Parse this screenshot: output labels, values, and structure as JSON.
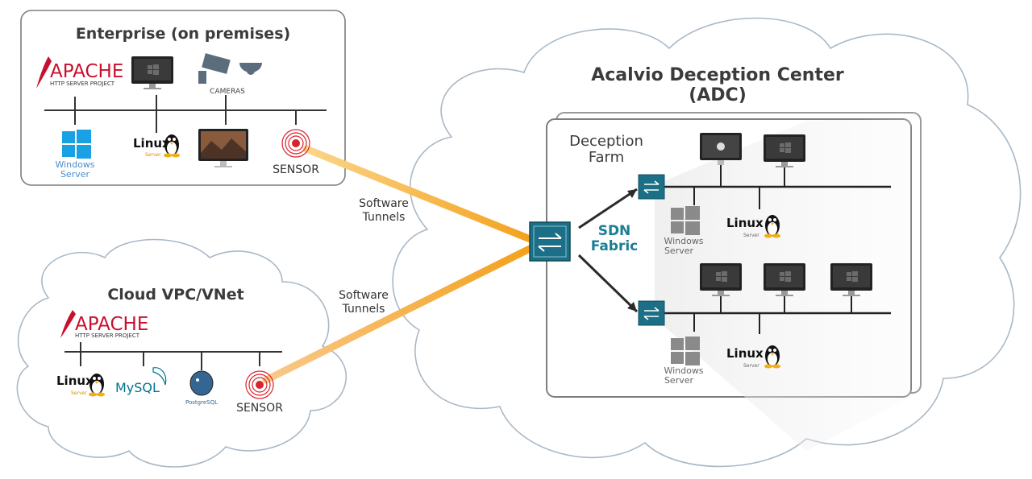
{
  "enterprise": {
    "title": "Enterprise (on premises)",
    "apache_brand": "APACHE",
    "apache_sub": "HTTP SERVER PROJECT",
    "cameras_label": "CAMERAS",
    "windows_label_1": "Windows",
    "windows_label_2": "Server",
    "linux_label": "Linux",
    "linux_sub": "Server",
    "sensor_label": "SENSOR"
  },
  "cloud": {
    "title": "Cloud VPC/VNet",
    "apache_brand": "APACHE",
    "apache_sub": "HTTP SERVER PROJECT",
    "linux_label": "Linux",
    "linux_sub": "Server",
    "mysql_label": "MySQL",
    "postgres_label": "PostgreSQL",
    "sensor_label": "SENSOR"
  },
  "tunnels": {
    "top_line1": "Software",
    "top_line2": "Tunnels",
    "bottom_line1": "Software",
    "bottom_line2": "Tunnels"
  },
  "adc": {
    "title_line1": "Acalvio Deception Center",
    "title_line2": "(ADC)",
    "farm_line1": "Deception",
    "farm_line2": "Farm",
    "sdn_line1": "SDN",
    "sdn_line2": "Fabric",
    "win1_line1": "Windows",
    "win1_line2": "Server",
    "linux1": "Linux",
    "linux1_sub": "Server",
    "win2_line1": "Windows",
    "win2_line2": "Server",
    "linux2": "Linux",
    "linux2_sub": "Server"
  },
  "colors": {
    "tunnel": "#f4a51c",
    "switch": "#1b6f86",
    "sensor": "#d9232d",
    "windows": "#1aa1e3",
    "cloud_outline": "#a9b8c6"
  }
}
